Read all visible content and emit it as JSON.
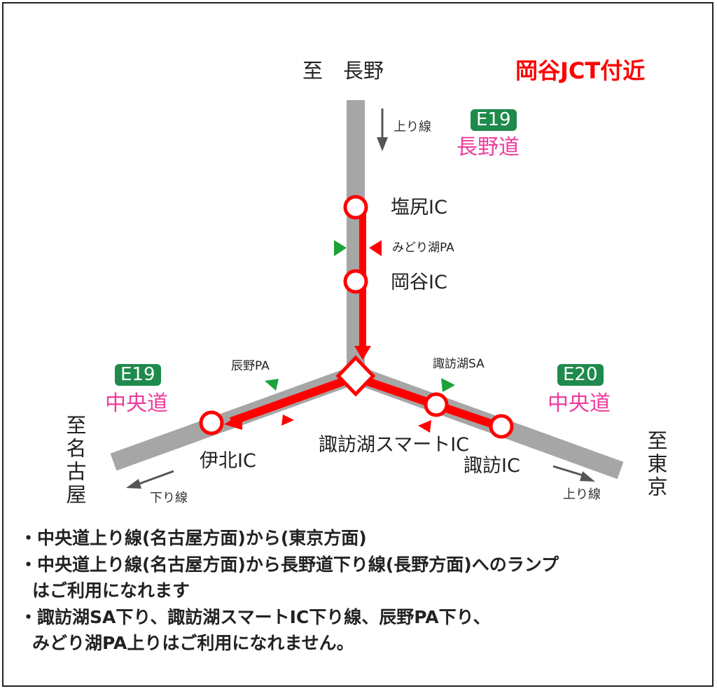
{
  "title": "岡谷JCT付近",
  "colors": {
    "accent_red": "#ff0000",
    "road_gray": "#a6a6a6",
    "badge_green": "#1e8a4c",
    "road_name_pink": "#ee3c9c",
    "pa_green": "#1aa33a"
  },
  "destinations": {
    "north": "至　長野",
    "west": "至名古屋",
    "east": "至東京"
  },
  "roads": {
    "nagano": {
      "badge": "E19",
      "name": "長野道"
    },
    "chuo_west": {
      "badge": "E19",
      "name": "中央道"
    },
    "chuo_east": {
      "badge": "E20",
      "name": "中央道"
    }
  },
  "direction_labels": {
    "north_down": "上り線",
    "west_down": "下り線",
    "east_up": "上り線"
  },
  "interchanges": {
    "shiojiri": "塩尻IC",
    "okaya": "岡谷IC",
    "ikita": "伊北IC",
    "suwako_smart": "諏訪湖スマートIC",
    "suwa": "諏訪IC"
  },
  "parking_areas": {
    "midoriko": "みどり湖PA",
    "tatsuno": "辰野PA",
    "suwako_sa": "諏訪湖SA"
  },
  "notes": [
    "・中央道上り線(名古屋方面)から(東京方面)",
    "・中央道上り線(名古屋方面)から長野道下り線(長野方面)へのランプ",
    "はご利用になれます",
    "・諏訪湖SA下り、諏訪湖スマートIC下り線、辰野PA下り、",
    "みどり湖PA上りはご利用になれません。"
  ]
}
